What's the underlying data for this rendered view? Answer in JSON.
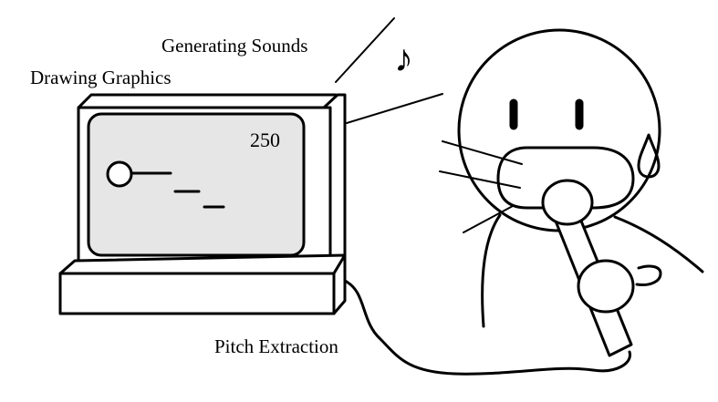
{
  "labels": {
    "generating_sounds": "Generating Sounds",
    "drawing_graphics": "Drawing Graphics",
    "pitch_extraction": "Pitch Extraction"
  },
  "screen": {
    "score": "250"
  },
  "icons": {
    "music_note": "♪"
  },
  "colors": {
    "screen_fill": "#e6e6e6",
    "line": "#000000",
    "background": "#ffffff"
  }
}
